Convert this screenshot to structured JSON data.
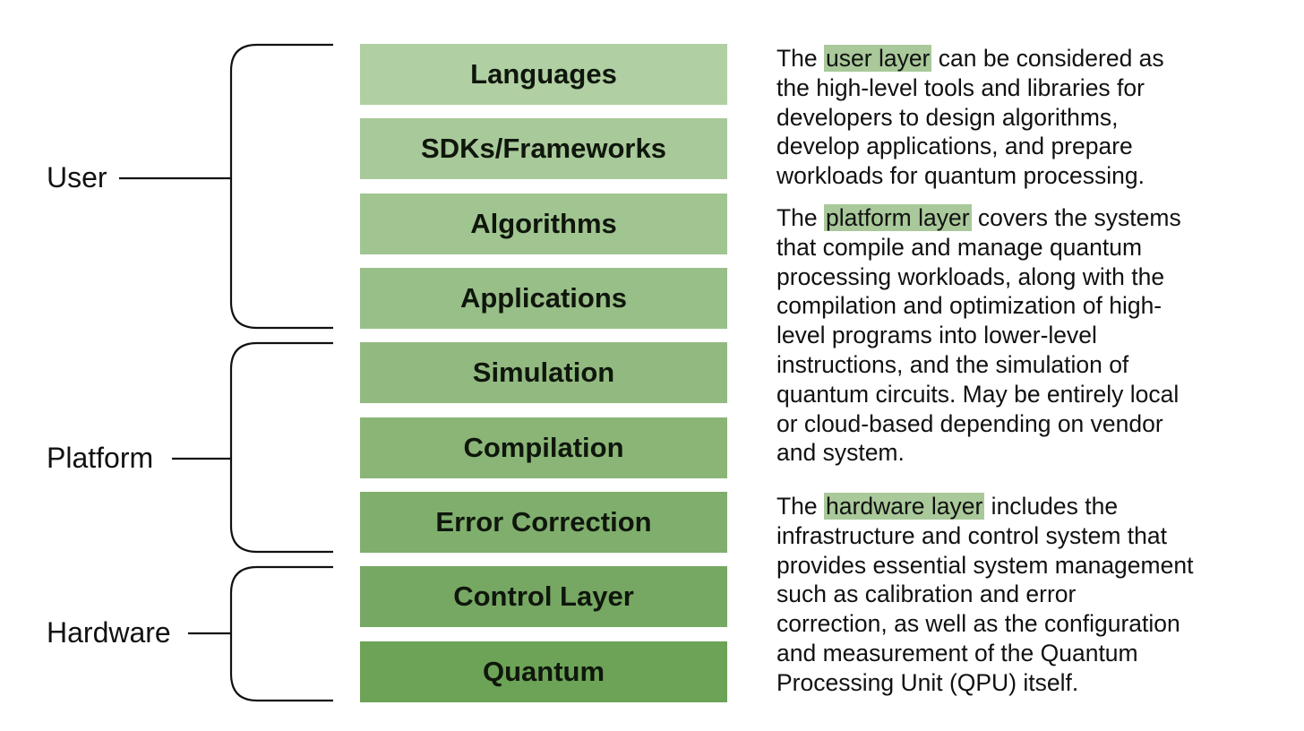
{
  "colors": {
    "text": "#111111",
    "highlight": "#a9c99a",
    "bracket_stroke": "#111111"
  },
  "groups": [
    {
      "label": "User",
      "layer_count": 4
    },
    {
      "label": "Platform",
      "layer_count": 3
    },
    {
      "label": "Hardware",
      "layer_count": 2
    }
  ],
  "layers": [
    {
      "label": "Languages",
      "color": "#b0cfa2"
    },
    {
      "label": "SDKs/Frameworks",
      "color": "#a8c999"
    },
    {
      "label": "Algorithms",
      "color": "#a1c591"
    },
    {
      "label": "Applications",
      "color": "#99bf88"
    },
    {
      "label": "Simulation",
      "color": "#92ba80"
    },
    {
      "label": "Compilation",
      "color": "#8ab577"
    },
    {
      "label": "Error Correction",
      "color": "#80af6d"
    },
    {
      "label": "Control Layer",
      "color": "#76a863"
    },
    {
      "label": "Quantum",
      "color": "#6ca356"
    }
  ],
  "descriptions": {
    "user": {
      "before": "The ",
      "highlight": "user layer",
      "line1_after": " can be considered as",
      "lines": [
        "the high-level tools and libraries for",
        "developers to design algorithms,",
        "develop applications, and prepare",
        "workloads for quantum processing."
      ]
    },
    "platform": {
      "before": "The ",
      "highlight": "platform layer",
      "line1_after": " covers the systems",
      "lines": [
        "that compile and manage quantum",
        "processing workloads, along with the",
        "compilation and optimization of high-",
        "level programs into lower-level",
        "instructions, and the simulation of",
        "quantum circuits. May be entirely local",
        "or cloud-based depending on vendor",
        "and system."
      ]
    },
    "hardware": {
      "before": "The ",
      "highlight": "hardware layer",
      "line1_after": " includes the",
      "lines": [
        "infrastructure and control system that",
        "provides essential system management",
        "such as calibration and error",
        "correction, as well as the configuration",
        "and measurement of the Quantum",
        "Processing Unit (QPU) itself."
      ]
    }
  }
}
